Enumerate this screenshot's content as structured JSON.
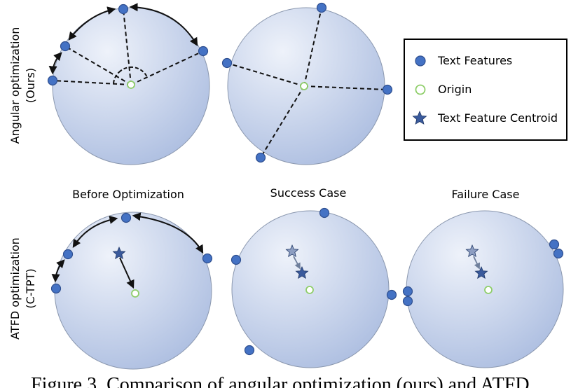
{
  "row_labels": {
    "top": [
      "Angular optimization",
      "(Ours)"
    ],
    "bottom": [
      "ATFD optimization",
      "(C-TPT)"
    ]
  },
  "column_titles": {
    "before": "Before Optimization",
    "success": "Success Case",
    "failure": "Failure Case"
  },
  "legend": {
    "text_features": "Text Features",
    "origin": "Origin",
    "centroid": "Text Feature Centroid"
  },
  "caption": "Figure 3.  Comparison of angular optimization (ours) and ATFD",
  "colors": {
    "feature": "#4472c4",
    "feature_stroke": "#2f4f8f",
    "origin_stroke": "#8fce6a",
    "sphere_light": "#e9eef8",
    "sphere_dark": "#b3c3e3",
    "sphere_stroke": "#8a97ae",
    "centroid": "#3a5a9c"
  }
}
